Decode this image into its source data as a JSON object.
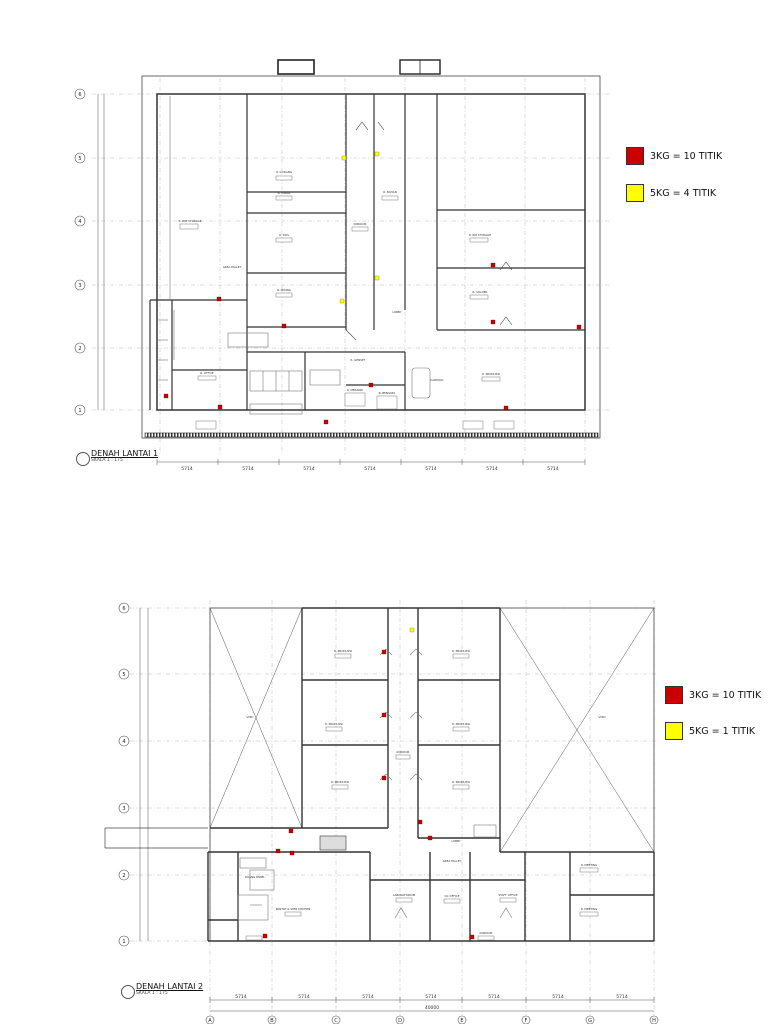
{
  "colors": {
    "red_marker": "#cc0000",
    "yellow_marker": "#ffff00",
    "wall": "#333333",
    "grid": "#9a9a9a"
  },
  "floor1": {
    "title": "DENAH LANTAI 1",
    "scale": "SKALA 1 : 175",
    "legend": [
      {
        "label": "3KG = 10 TITIK",
        "color": "#cc0000"
      },
      {
        "label": "5KG = 4 TITIK",
        "color": "#ffff00"
      }
    ],
    "dims_bottom": [
      "5714",
      "5714",
      "5714",
      "5714",
      "5714",
      "5714",
      "5714"
    ],
    "grid_left": [
      "6",
      "5",
      "4",
      "3",
      "2",
      "1"
    ],
    "rooms": [
      "R. GUDANG",
      "R. PANAS",
      "R. DOS",
      "R. WIP STORAGE",
      "AREA PALLET",
      "R. RM STORAGE",
      "KORIDOR",
      "R. BAHAN",
      "R. MIXING",
      "R. OFFICE",
      "R. MEKANIK",
      "R. BENGKEL",
      "CARPOOL",
      "R. SOLDER",
      "R. PRODUKSI",
      "LOBBY",
      "R. GENSET"
    ]
  },
  "floor2": {
    "title": "DENAH LANTAI 2",
    "scale": "SKALA 1 : 175",
    "legend": [
      {
        "label": "3KG = 10 TITIK",
        "color": "#cc0000"
      },
      {
        "label": "5KG = 1 TITIK",
        "color": "#ffff00"
      }
    ],
    "dims_bottom": [
      "5714",
      "5714",
      "5714",
      "5714",
      "5714",
      "5714",
      "5714",
      "5714"
    ],
    "dim_total": "40000",
    "grid_left": [
      "6",
      "5",
      "4",
      "3",
      "2",
      "1"
    ],
    "grid_bottom": [
      "A",
      "B",
      "C",
      "D",
      "E",
      "F",
      "G",
      "H"
    ],
    "rooms": [
      "R. PRODUKSI",
      "R. PRODUKSI",
      "R. PRODUKSI",
      "R. PRODUKSI",
      "R. PRODUKSI",
      "R. PRODUKSI",
      "KORIDOR",
      "VOID",
      "VOID",
      "AREA PALLET",
      "LABORATORIUM",
      "R. MEETING",
      "R. MEETING",
      "KORIDOR",
      "PANTRY & SEMI KITCHEN",
      "LOBBY",
      "RUANG PANEL",
      "STAFF OFFICE",
      "QC OFFICE"
    ]
  }
}
